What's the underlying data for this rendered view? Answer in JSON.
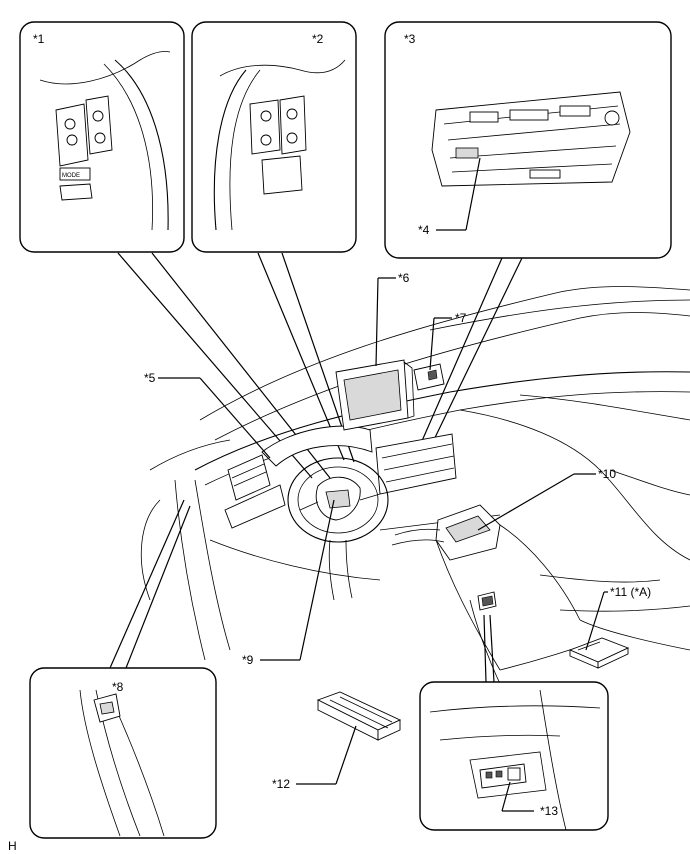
{
  "labels": {
    "l1": "*1",
    "l2": "*2",
    "l3": "*3",
    "l4": "*4",
    "l5": "*5",
    "l6": "*6",
    "l7": "*7",
    "l8": "*8",
    "l9": "*9",
    "l10": "*10",
    "l11": "*11 (*A)",
    "l12": "*12",
    "l13": "*13"
  },
  "switch_text": {
    "mode": "MODE"
  },
  "corner_code": "H"
}
